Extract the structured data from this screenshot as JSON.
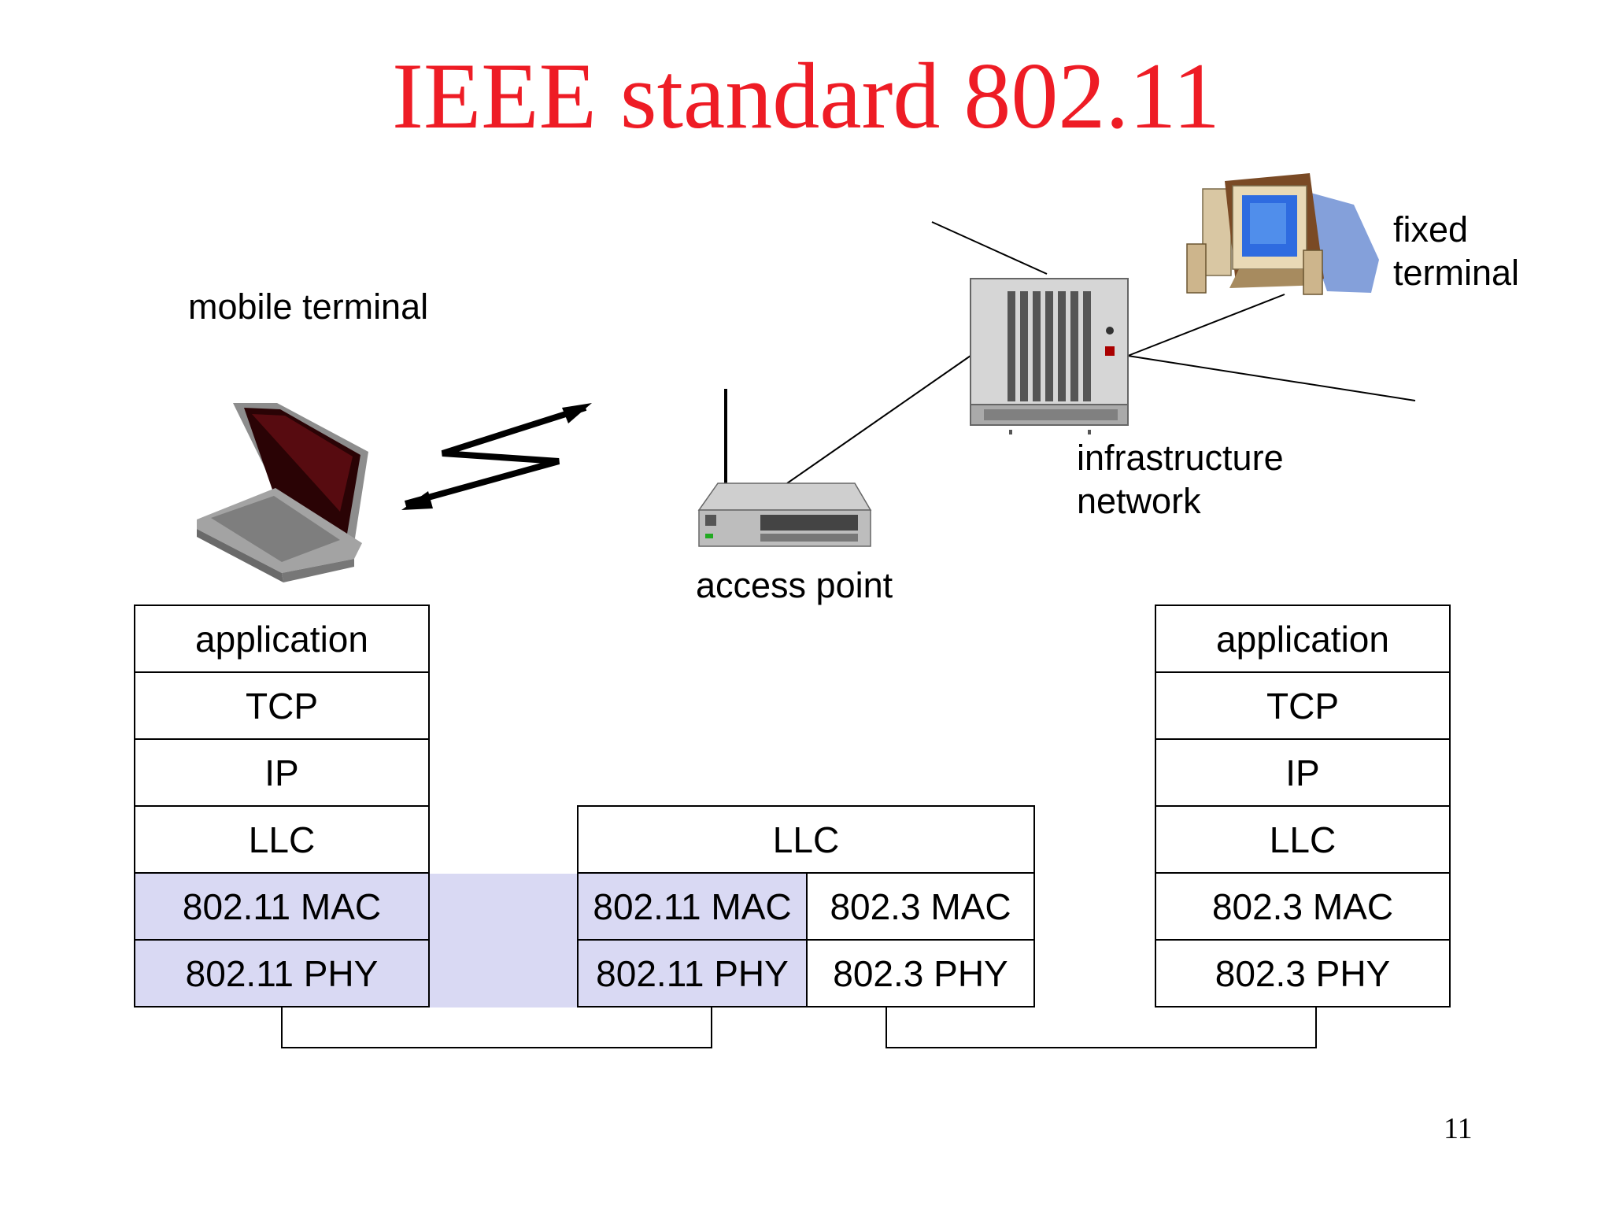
{
  "title": "IEEE standard 802.11",
  "page_number": "11",
  "labels": {
    "mobile_terminal": "mobile terminal",
    "fixed_terminal": [
      "fixed",
      "terminal"
    ],
    "infrastructure_network": [
      "infrastructure",
      "network"
    ],
    "access_point": "access point"
  },
  "stacks": {
    "mobile": [
      "application",
      "TCP",
      "IP",
      "LLC",
      "802.11 MAC",
      "802.11 PHY"
    ],
    "access_point": {
      "llc": "LLC",
      "mac_wireless": "802.11 MAC",
      "mac_wired": "802.3 MAC",
      "phy_wireless": "802.11 PHY",
      "phy_wired": "802.3 PHY"
    },
    "fixed": [
      "application",
      "TCP",
      "IP",
      "LLC",
      "802.3 MAC",
      "802.3 PHY"
    ]
  },
  "icons": {
    "mobile": "laptop-icon",
    "access_point": "access-point-icon",
    "network": "network-rack-icon",
    "fixed": "desktop-computer-icon",
    "wireless_link": "wireless-link-icon"
  },
  "colors": {
    "title": "#ee1c25",
    "wireless_layers": "#d9d9f3"
  }
}
